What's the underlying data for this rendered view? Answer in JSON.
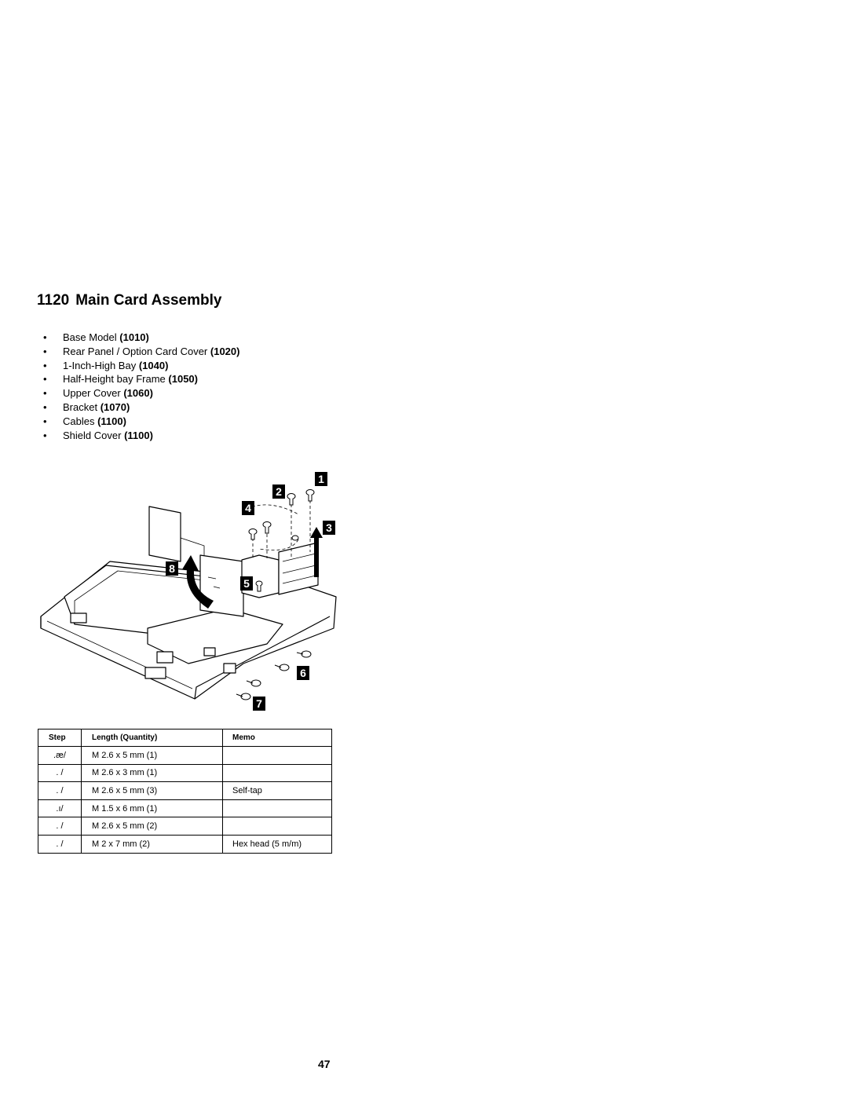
{
  "heading": {
    "number": "1120",
    "title": "Main Card Assembly"
  },
  "prerequisites": [
    {
      "bullet": "•",
      "label": "Base Model",
      "ref": "(1010)"
    },
    {
      "bullet": "•",
      "label": "Rear Panel / Option Card Cover",
      "ref": "(1020)"
    },
    {
      "bullet": "•",
      "label": "1-Inch-High Bay",
      "ref": "(1040)"
    },
    {
      "bullet": "•",
      "label": "Half-Height bay Frame",
      "ref": "(1050)"
    },
    {
      "bullet": "•",
      "label": "Upper Cover",
      "ref": "(1060)"
    },
    {
      "bullet": "•",
      "label": "Bracket",
      "ref": "(1070)"
    },
    {
      "bullet": "•",
      "label": "Cables",
      "ref": "(1100)"
    },
    {
      "bullet": "•",
      "label": "Shield Cover",
      "ref": "(1100)"
    }
  ],
  "figure": {
    "step_labels": [
      "1",
      "2",
      "3",
      "4",
      "5",
      "6",
      "7",
      "8"
    ]
  },
  "screw_table": {
    "headers": [
      "Step",
      "Length (Quantity)",
      "Memo"
    ],
    "rows": [
      {
        "step": ".æ/",
        "length": "M 2.6 x 5 mm (1)",
        "memo": ""
      },
      {
        "step": ". /",
        "length": "M 2.6 x 3 mm (1)",
        "memo": ""
      },
      {
        "step": ". /",
        "length": "M 2.6 x 5 mm (3)",
        "memo": "Self-tap"
      },
      {
        "step": ".ı/",
        "length": "M 1.5 x 6 mm (1)",
        "memo": ""
      },
      {
        "step": ". /",
        "length": "M 2.6 x 5 mm (2)",
        "memo": ""
      },
      {
        "step": ". /",
        "length": "M 2 x 7 mm (2)",
        "memo": "Hex head (5 m/m)"
      }
    ]
  },
  "page_number": "47"
}
